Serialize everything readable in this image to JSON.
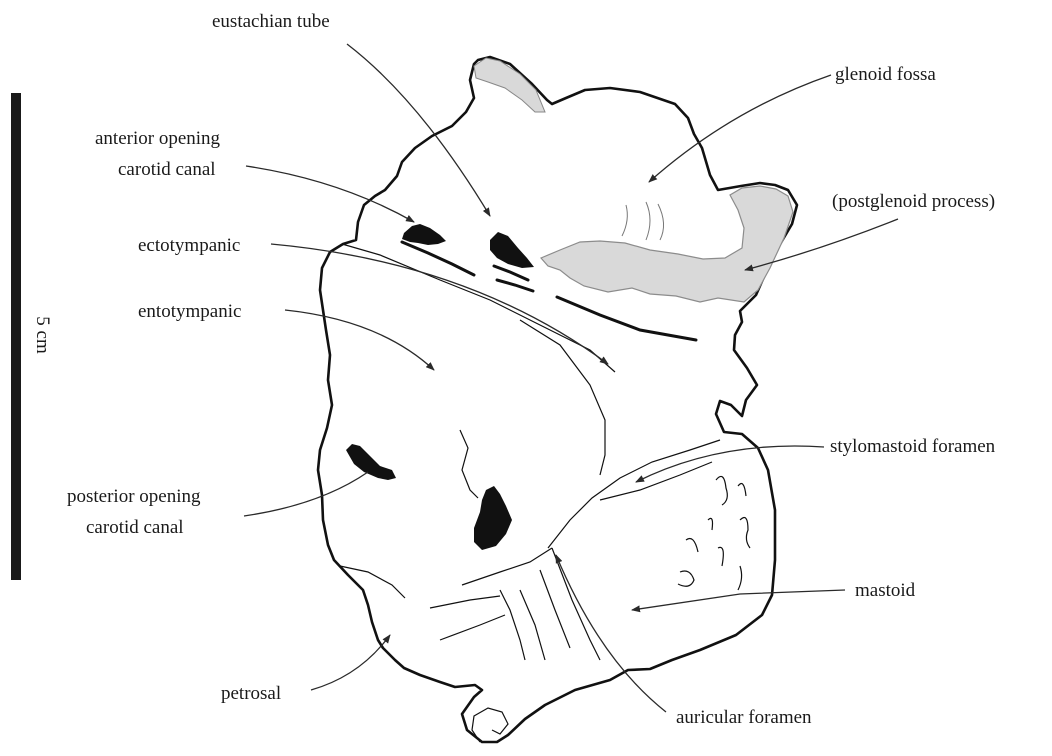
{
  "diagram": {
    "colors": {
      "outline": "#111111",
      "shaded_area": "#d9d9d9",
      "scale_bar": "#1a1a1a",
      "text": "#1a1a1a"
    },
    "scale_bar_label": "5 cm",
    "labels": {
      "eustachian_tube": "eustachian tube",
      "glenoid_fossa": "glenoid fossa",
      "anterior_opening_line1": "anterior opening",
      "anterior_opening_line2": "carotid canal",
      "postglenoid_process": "(postglenoid process)",
      "ectotympanic": "ectotympanic",
      "entotympanic": "entotympanic",
      "stylomastoid_foramen": "stylomastoid foramen",
      "posterior_opening_line1": "posterior opening",
      "posterior_opening_line2": "carotid canal",
      "mastoid": "mastoid",
      "petrosal": "petrosal",
      "auricular_foramen": "auricular foramen"
    }
  }
}
